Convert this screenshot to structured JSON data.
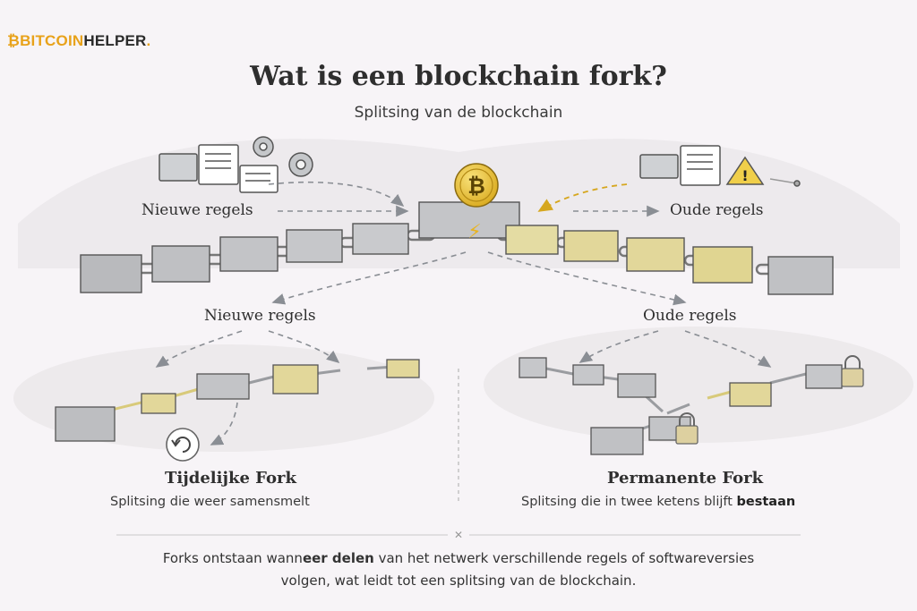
{
  "brand": {
    "mark": "₿",
    "word1": "BITCOIN",
    "word2": "HELPER",
    "dot": "."
  },
  "title": "Wat is een blockchain fork?",
  "subtitle": "Splitsing van de blockchain",
  "top": {
    "left_label": "Nieuwe regels",
    "right_label": "Oude regels",
    "coin_symbol": "₿",
    "lightning": "⚡",
    "warning": "!"
  },
  "middle": {
    "left_label": "Nieuwe regels",
    "right_label": "Oude regels"
  },
  "temporary": {
    "title": "Tijdelijke Fork",
    "subtitle": "Splitsing die weer samensmelt"
  },
  "permanent": {
    "title": "Permanente Fork",
    "subtitle_start": "Splitsing die in twee ketens blijft ",
    "subtitle_bold": "bestaan"
  },
  "footer": {
    "l1_a": "Forks ontstaan wann",
    "l1_b": "eer delen",
    "l1_c": " van het netwerk verschillende regels of softwareversies",
    "line2": "volgen, wat leidt tot een splitsing van de blockchain."
  },
  "colors": {
    "grey_block": "#b9babd",
    "gold_block": "#e2d79a",
    "coin": "#e8c33a",
    "accent": "#e8a21a"
  }
}
